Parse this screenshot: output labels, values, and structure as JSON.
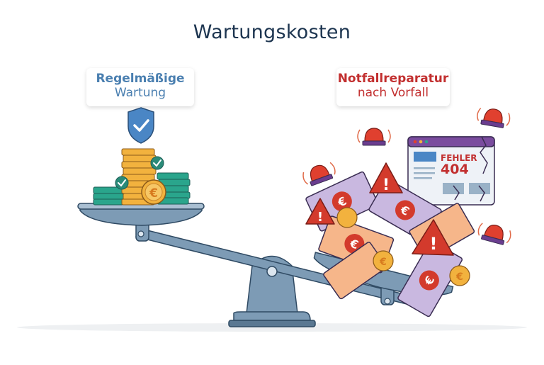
{
  "title": "Wartungskosten",
  "left_label": {
    "line1": "Regelmäßige",
    "line2": "Wartung",
    "color": "#4a7fb0"
  },
  "right_label": {
    "line1": "Notfallreparatur",
    "line2": "nach Vorfall",
    "color": "#c22f2f"
  },
  "error_window": {
    "title": "FEHLER",
    "code": "404"
  },
  "icons": {
    "shield": "shield-check-icon",
    "coins": "euro-coin-stack-icon",
    "alarm": "siren-icon",
    "warning": "warning-triangle-icon",
    "banknote": "euro-banknote-icon",
    "scale": "balance-scale-icon"
  },
  "colors": {
    "scale": "#7d9bb5",
    "scale_dark": "#5a7892",
    "coin_gold": "#f2b23e",
    "coin_teal": "#2aa58c",
    "alarm_red": "#e0402f",
    "note_purple": "#c9b8e0",
    "note_orange": "#f6b68a",
    "purple_dark": "#6a3d8f"
  }
}
